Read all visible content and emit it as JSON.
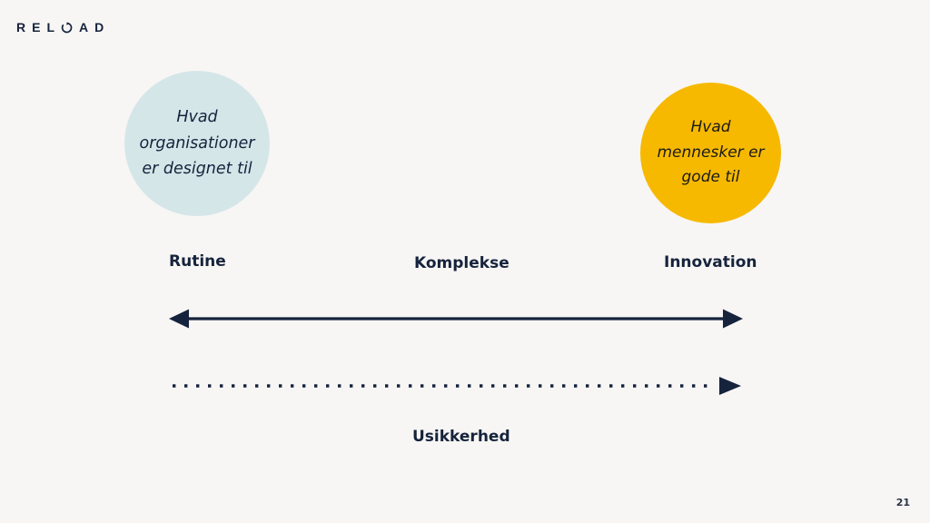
{
  "slide": {
    "background_color": "#f7f6f4",
    "page_number": "21"
  },
  "logo": {
    "name": "RELOAD",
    "letters_before": [
      "R",
      "E",
      "L"
    ],
    "mark_icon": "reload-circle-icon",
    "letters_after": [
      "A",
      "D"
    ],
    "color": "#16233c"
  },
  "bubbles": [
    {
      "id": "organisationer",
      "text": "Hvad\norganisationer\ner designet til",
      "color": "#d5e6e9",
      "text_color": "#16233c"
    },
    {
      "id": "mennesker",
      "text": "Hvad\nmennesker er\ngode til",
      "color": "#f6b900",
      "text_color": "#1a1a1a"
    }
  ],
  "axis": {
    "labels": [
      {
        "id": "rutine",
        "text": "Rutine"
      },
      {
        "id": "komplekse",
        "text": "Komplekse"
      },
      {
        "id": "innovation",
        "text": "Innovation"
      }
    ],
    "line_color": "#16233c",
    "double_arrow_name": "routine-to-innovation-axis",
    "dotted_arrow_name": "uncertainty-axis",
    "uncertainty_label": "Usikkerhed"
  }
}
